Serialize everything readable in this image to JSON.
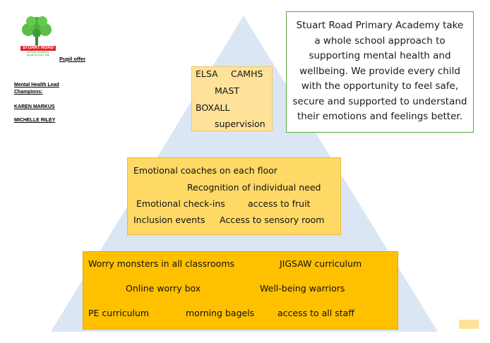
{
  "header": {
    "logo_name": "STUART ROAD",
    "logo_sub": "primary academy",
    "logo_tagline": "growing every day",
    "pupil_offer": "Pupil offer",
    "lead_title_line1": "Mental Health Lead",
    "lead_title_line2": "Champions:",
    "lead_name_1": "KAREN MARKUS",
    "lead_name_2": "MICHELLE RILEY"
  },
  "info_box": {
    "text": "Stuart Road Primary Academy take a whole school approach to supporting mental health and wellbeing. We provide every child with the opportunity to feel safe, secure and supported to understand their emotions and feelings better."
  },
  "pyramid": {
    "top": {
      "elsa": "ELSA",
      "camhs": "CAMHS",
      "mast": "MAST",
      "boxall": "BOXALL",
      "supervision": "supervision"
    },
    "middle": {
      "coaches": "Emotional coaches on each floor",
      "recognition": "Recognition of individual need",
      "checkins": "Emotional check-ins",
      "fruit": "access to fruit",
      "inclusion": "Inclusion events",
      "sensory": "Access to sensory room"
    },
    "bottom": {
      "worry_monsters": "Worry monsters in all classrooms",
      "jigsaw": "JIGSAW curriculum",
      "worry_box": "Online worry box",
      "warriors": "Well-being warriors",
      "pe": "PE curriculum",
      "bagels": "morning bagels",
      "staff": "access to all staff"
    }
  },
  "colors": {
    "pyramid_fill": "#dae6f3",
    "top_box": "#ffe29a",
    "middle_box": "#ffd966",
    "bottom_box": "#ffc000",
    "info_border": "#5aa83f"
  }
}
